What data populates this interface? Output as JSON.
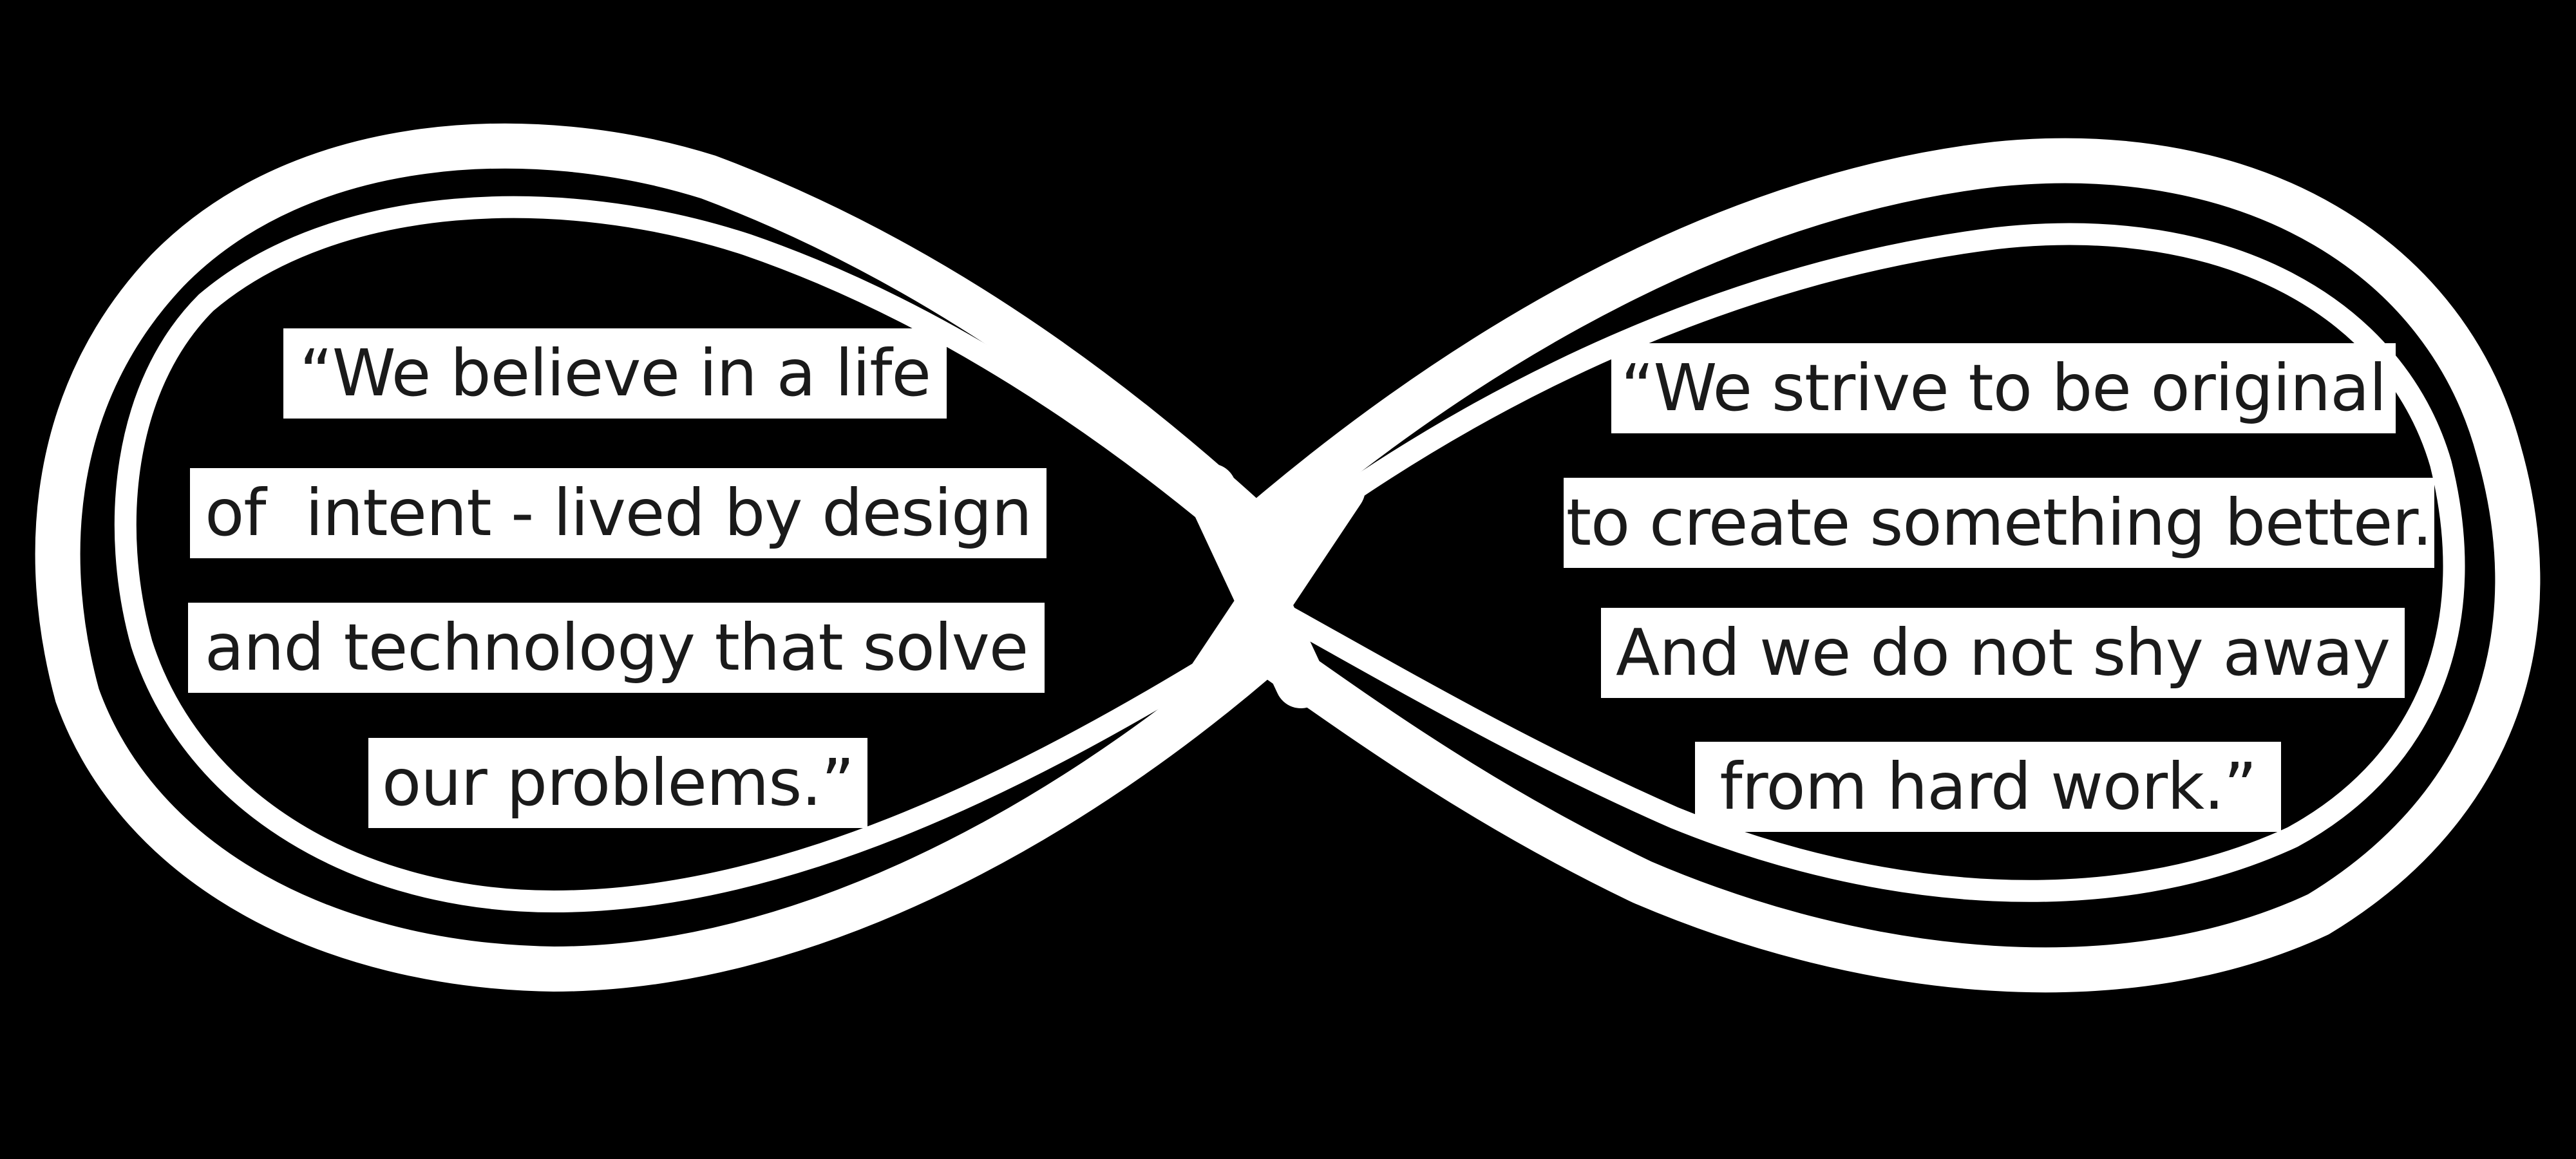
{
  "colors": {
    "background": "#000000",
    "ribbon": "#ffffff",
    "text": "#1a1a1a",
    "label_background": "#ffffff"
  },
  "symbol": {
    "icon": "infinity-icon"
  },
  "quotes": [
    {
      "lines": [
        "“We believe in a life",
        "of  intent - lived by design",
        "and technology that solve",
        "our problems.”"
      ]
    },
    {
      "lines": [
        "“We strive to be original",
        "to create something better.",
        "And we do not shy away",
        "from hard work.”"
      ]
    }
  ]
}
